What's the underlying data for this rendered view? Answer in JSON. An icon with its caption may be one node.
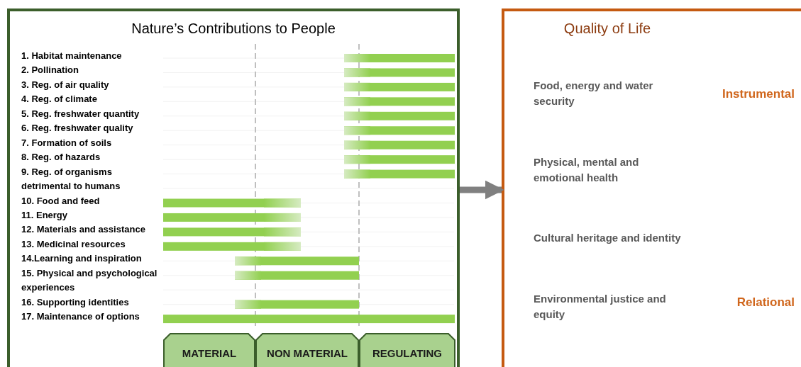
{
  "diagram": {
    "nodes": [
      {
        "text": [
          "Nature’s Contributions to People"
        ]
      },
      {
        "text": [
          "Quality of Life"
        ]
      },
      {
        "text": [
          "MATERIAL"
        ],
        "in": 0
      },
      {
        "text": [
          "NON MATERIAL"
        ],
        "in": 0
      },
      {
        "text": [
          "REGULATING"
        ],
        "in": 0
      }
    ],
    "edges": [
      {
        "from": 0,
        "to": 1,
        "arrow": "to"
      }
    ],
    "labels": [
      "1. Habitat maintenance",
      "2. Pollination",
      "3. Reg. of air quality",
      "4. Reg. of climate",
      "5. Reg. freshwater  quantity",
      "6. Reg. freshwater quality",
      "7. Formation of soils",
      "8. Reg. of hazards",
      "9. Reg. of organisms detrimental to humans",
      "10. Food and feed",
      "11. Energy",
      "12. Materials and assistance",
      "13. Medicinal resources",
      "14.Learning and inspiration",
      "15. Physical and psychological experiences",
      "16. Supporting identities",
      "17. Maintenance of options",
      "Food, energy and water security",
      "Instrumental",
      "Physical, mental and emotional health",
      "Cultural heritage and identity",
      "Environmental justice and equity",
      "Relational"
    ]
  }
}
